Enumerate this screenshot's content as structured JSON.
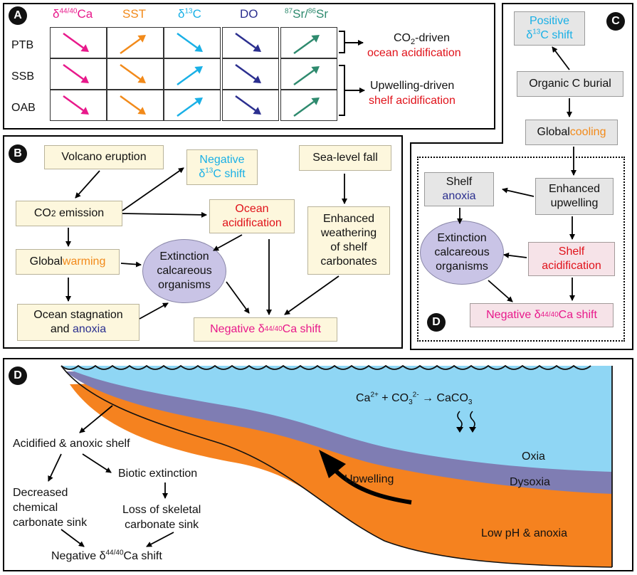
{
  "panel_a": {
    "label": "A",
    "columns": [
      {
        "text": "δ44/40Ca",
        "color": "#e8198b"
      },
      {
        "text": "SST",
        "color": "#f28a1a"
      },
      {
        "text": "δ13C",
        "color": "#19b0e6"
      },
      {
        "text": "DO",
        "color": "#2b2f8f"
      },
      {
        "text": "87Sr/86Sr",
        "color": "#2e8a6e"
      }
    ],
    "rows": [
      {
        "label": "PTB",
        "directions": [
          "down",
          "up",
          "down",
          "down",
          "up"
        ]
      },
      {
        "label": "SSB",
        "directions": [
          "down",
          "down",
          "up",
          "down",
          "up"
        ]
      },
      {
        "label": "OAB",
        "directions": [
          "down",
          "down",
          "up",
          "down",
          "up"
        ]
      }
    ],
    "annotation_1": {
      "line1": "CO2-driven",
      "line2": "ocean acidification"
    },
    "annotation_2": {
      "line1": "Upwelling-driven",
      "line2": "shelf acidification"
    }
  },
  "panel_b": {
    "label": "B",
    "volcano": "Volcano eruption",
    "co2": "CO2 emission",
    "global_warming_1": "Global ",
    "global_warming_2": "warming",
    "stagnation_1": "Ocean stagnation",
    "stagnation_2": "and ",
    "stagnation_3": "anoxia",
    "neg_c13_1": "Negative",
    "neg_c13_2": "δ13C shift",
    "ocean_acid_1": "Ocean",
    "ocean_acid_2": "acidification",
    "extinction": [
      "Extinction",
      "calcareous",
      "organisms"
    ],
    "sea_level": "Sea-level fall",
    "weathering": [
      "Enhanced",
      "weathering",
      "of shelf",
      "carbonates"
    ],
    "neg_ca": "Negative δ44/40Ca shift"
  },
  "panel_c": {
    "label": "C",
    "positive_1": "Positive",
    "positive_2": "δ13C shift",
    "organic": "Organic C burial",
    "cooling_1": "Global ",
    "cooling_2": "cooling",
    "upwelling_1": "Enhanced",
    "upwelling_2": "upwelling",
    "shelf_anoxia_1": "Shelf",
    "shelf_anoxia_2": "anoxia",
    "extinction": [
      "Extinction",
      "calcareous",
      "organisms"
    ],
    "shelf_acid_1": "Shelf",
    "shelf_acid_2": "acidification",
    "neg_ca": "Negative δ44/40Ca shift",
    "sub_label": "D"
  },
  "panel_d": {
    "label": "D",
    "reaction": "Ca2+ + CO32- → CaCO3",
    "oxia": "Oxia",
    "dysoxia": "Dysoxia",
    "low_ph": "Low pH & anoxia",
    "upwelling": "Upwelling",
    "acidified": "Acidified & anoxic shelf",
    "biotic": "Biotic extinction",
    "decreased": [
      "Decreased",
      "chemical",
      "carbonate sink"
    ],
    "loss": [
      "Loss of skeletal",
      "carbonate sink"
    ],
    "neg_ca": "Negative δ44/40Ca shift",
    "colors": {
      "ocean": "#8fd6f4",
      "dysoxia": "#7f7db3",
      "anoxia": "#f5821f"
    }
  }
}
